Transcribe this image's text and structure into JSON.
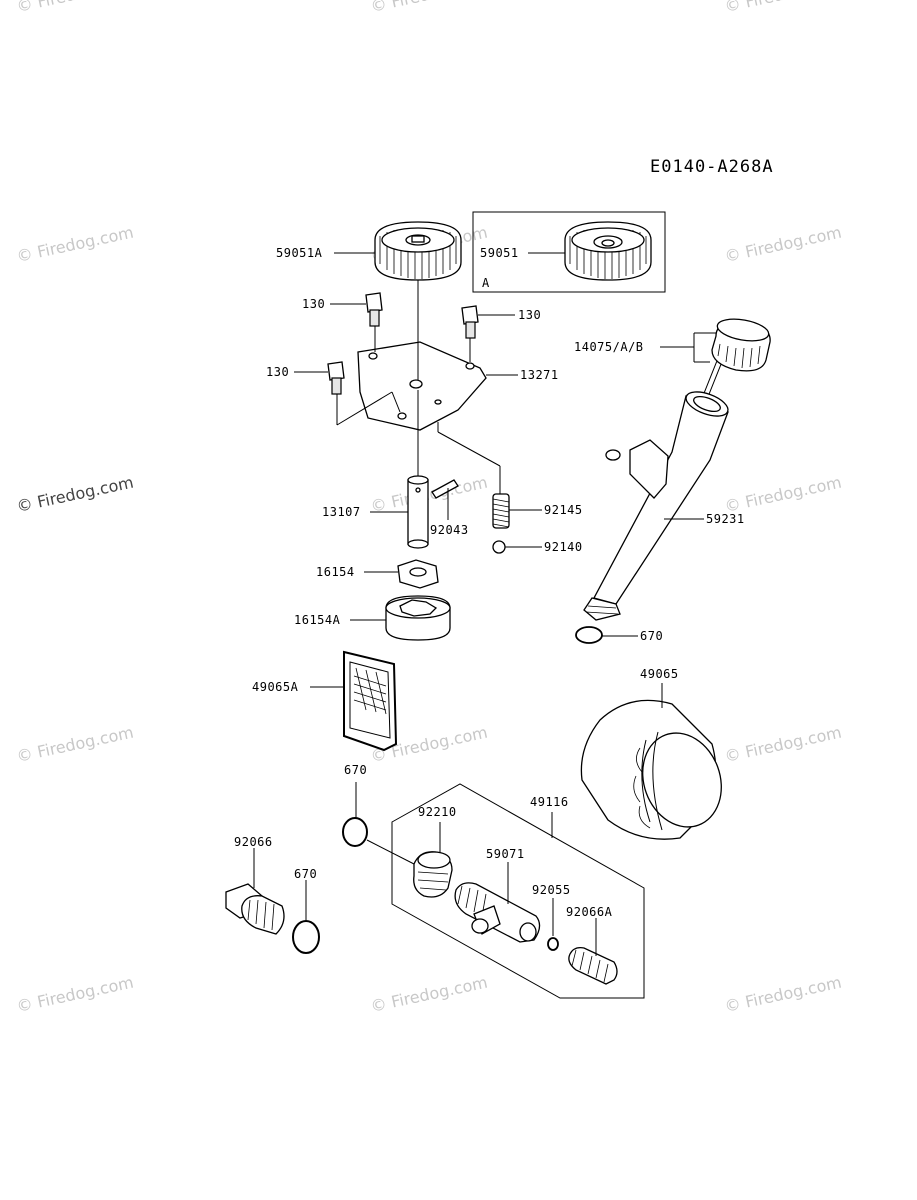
{
  "diagram_code": "E0140-A268A",
  "inset_label": "A",
  "watermark": "© Firedog.com",
  "parts": {
    "gear_a": "59051A",
    "gear_inset": "59051",
    "bolt_1": "130",
    "bolt_2": "130",
    "bolt_3": "130",
    "plate": "13271",
    "dipstick": "14075/A/B",
    "tube": "59231",
    "shaft": "13107",
    "pin": "92043",
    "spring": "92145",
    "ball": "92140",
    "rotor_inner": "16154",
    "rotor_outer": "16154A",
    "oring_tube": "670",
    "screen": "49065A",
    "filter": "49065",
    "oring_mid": "670",
    "fitting_assy": "49116",
    "nipple": "92210",
    "plug": "92066",
    "oring_plug": "670",
    "pipe": "59071",
    "oring_small": "92055",
    "stud": "92066A"
  }
}
